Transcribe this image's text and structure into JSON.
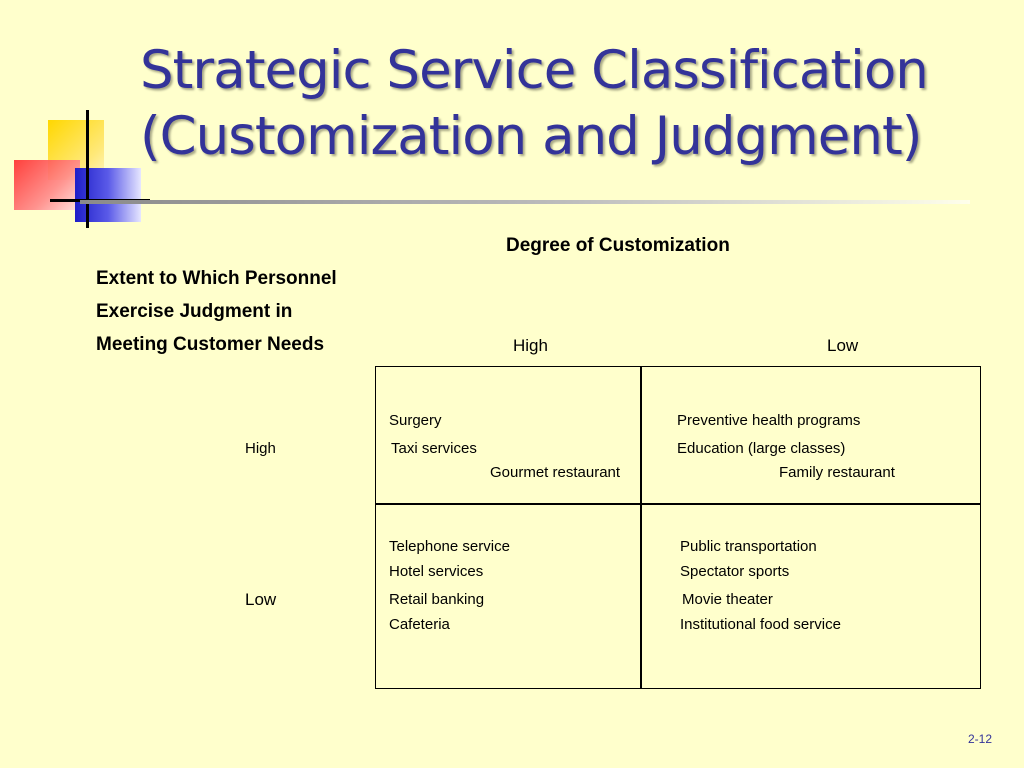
{
  "title_line1": "Strategic Service Classification",
  "title_line2": "(Customization and Judgment)",
  "column_axis_label": "Degree of Customization",
  "row_axis_label_lines": [
    "Extent to Which Personnel",
    "Exercise Judgment in",
    "Meeting Customer Needs"
  ],
  "column_levels": [
    "High",
    "Low"
  ],
  "row_levels": [
    "High",
    "Low"
  ],
  "cells": {
    "high_high": [
      "Surgery",
      "Taxi services",
      "Gourmet  restaurant"
    ],
    "high_low": [
      "Preventive health programs",
      "Education (large classes)",
      "Family restaurant"
    ],
    "low_high": [
      "Telephone service",
      "Hotel services",
      "Retail banking",
      "Cafeteria"
    ],
    "low_low": [
      "Public transportation",
      "Spectator sports",
      "Movie theater",
      "Institutional food service"
    ]
  },
  "slide_number": "2-12",
  "colors": {
    "background": "#FFFFCC",
    "title": "#333399"
  },
  "icons": [
    "logo-squares-icon"
  ]
}
